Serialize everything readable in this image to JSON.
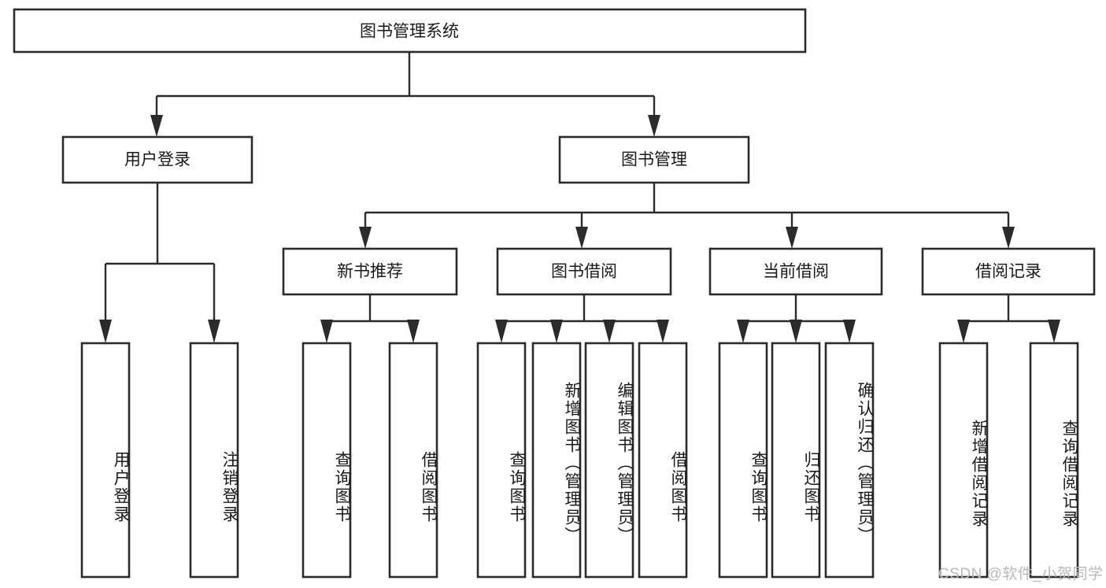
{
  "diagram": {
    "title": "图书管理系统",
    "type": "tree-hierarchy-chart",
    "watermark": "CSDN @软件_小贺同学",
    "colors": {
      "stroke": "#2b2b2b",
      "fill": "#ffffff",
      "text": "#1a1a1a",
      "watermark": "#b9b9b9"
    },
    "levels": {
      "root": {
        "label": "图书管理系统"
      },
      "level2": [
        {
          "id": "user-login",
          "label": "用户登录"
        },
        {
          "id": "book-management",
          "label": "图书管理"
        }
      ],
      "level3": [
        {
          "id": "new-book-recommend",
          "label": "新书推荐",
          "parent": "book-management"
        },
        {
          "id": "book-borrow",
          "label": "图书借阅",
          "parent": "book-management"
        },
        {
          "id": "current-borrow",
          "label": "当前借阅",
          "parent": "book-management"
        },
        {
          "id": "borrow-record",
          "label": "借阅记录",
          "parent": "book-management"
        }
      ],
      "leaves": [
        {
          "id": "leaf-user-login",
          "label": "用户登录",
          "parent": "user-login"
        },
        {
          "id": "leaf-logout-login",
          "label": "注销登录",
          "parent": "user-login"
        },
        {
          "id": "leaf-query-book-1",
          "label": "查询图书",
          "parent": "new-book-recommend"
        },
        {
          "id": "leaf-borrow-book-1",
          "label": "借阅图书",
          "parent": "new-book-recommend"
        },
        {
          "id": "leaf-query-book-2",
          "label": "查询图书",
          "parent": "book-borrow"
        },
        {
          "id": "leaf-add-book",
          "label": "新增图书（管理员）",
          "parent": "book-borrow"
        },
        {
          "id": "leaf-edit-book",
          "label": "编辑图书（管理员）",
          "parent": "book-borrow"
        },
        {
          "id": "leaf-borrow-book-2",
          "label": "借阅图书",
          "parent": "book-borrow"
        },
        {
          "id": "leaf-query-book-3",
          "label": "查询图书",
          "parent": "current-borrow"
        },
        {
          "id": "leaf-return-book",
          "label": "归还图书",
          "parent": "current-borrow"
        },
        {
          "id": "leaf-confirm-return",
          "label": "确认归还（管理员）",
          "parent": "current-borrow"
        },
        {
          "id": "leaf-add-record",
          "label": "新增借阅记录",
          "parent": "borrow-record"
        },
        {
          "id": "leaf-query-record",
          "label": "查询借阅记录",
          "parent": "borrow-record"
        }
      ]
    }
  }
}
